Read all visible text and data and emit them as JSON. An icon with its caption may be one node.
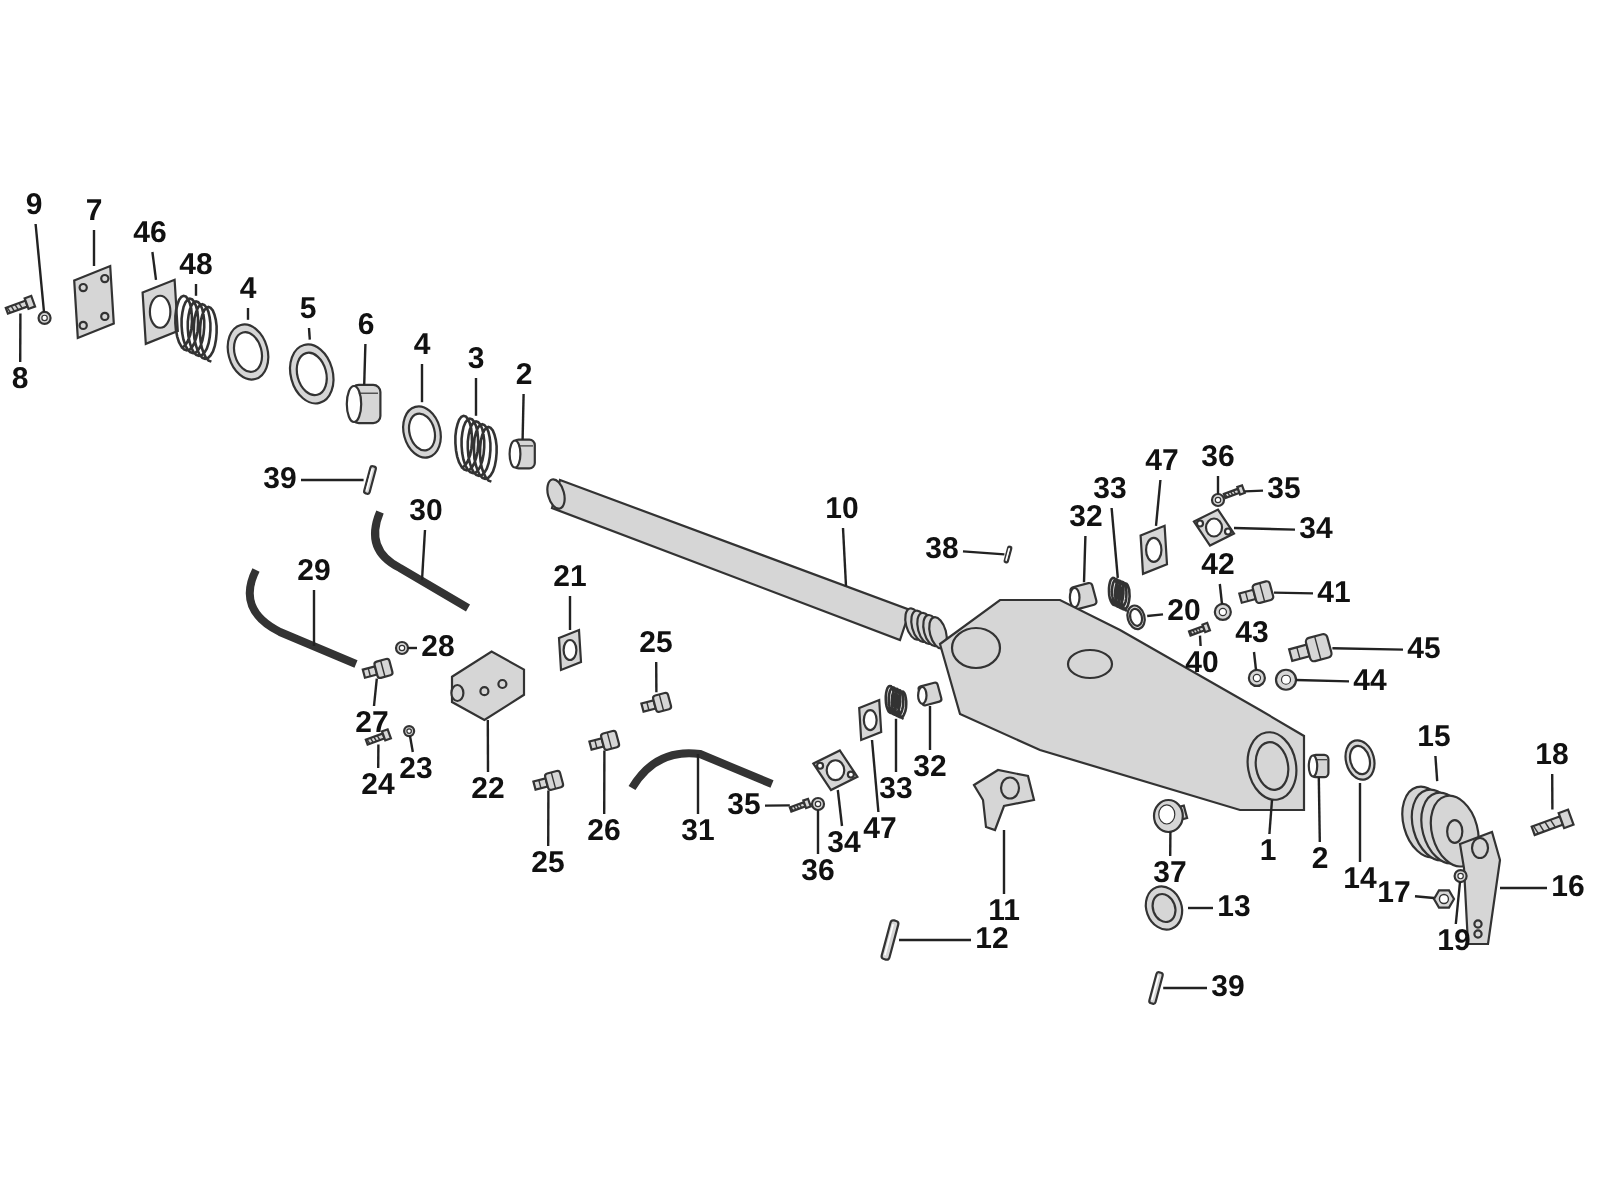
{
  "diagram": {
    "nodes": [
      {
        "text": [
          "9"
        ]
      },
      {
        "text": [
          "7"
        ]
      },
      {
        "text": [
          "46"
        ]
      },
      {
        "text": [
          "48"
        ]
      },
      {
        "text": [
          "4"
        ]
      },
      {
        "text": [
          "5"
        ]
      },
      {
        "text": [
          "6"
        ]
      },
      {
        "text": [
          "4"
        ]
      },
      {
        "text": [
          "3"
        ]
      },
      {
        "text": [
          "2"
        ]
      },
      {
        "text": [
          "8"
        ]
      },
      {
        "text": [
          "39"
        ]
      },
      {
        "text": [
          "30"
        ]
      },
      {
        "text": [
          "10"
        ]
      },
      {
        "text": [
          "47"
        ]
      },
      {
        "text": [
          "36"
        ]
      },
      {
        "text": [
          "35"
        ]
      },
      {
        "text": [
          "33"
        ]
      },
      {
        "text": [
          "34"
        ]
      },
      {
        "text": [
          "29"
        ]
      },
      {
        "text": [
          "38"
        ]
      },
      {
        "text": [
          "32"
        ]
      },
      {
        "text": [
          "20"
        ]
      },
      {
        "text": [
          "41"
        ]
      },
      {
        "text": [
          "21"
        ]
      },
      {
        "text": [
          "42"
        ]
      },
      {
        "text": [
          "28"
        ]
      },
      {
        "text": [
          "25"
        ]
      },
      {
        "text": [
          "40"
        ]
      },
      {
        "text": [
          "43"
        ]
      },
      {
        "text": [
          "45"
        ]
      },
      {
        "text": [
          "44"
        ]
      },
      {
        "text": [
          "27"
        ]
      },
      {
        "text": [
          "23"
        ]
      },
      {
        "text": [
          "22"
        ]
      },
      {
        "text": [
          "24"
        ]
      },
      {
        "text": [
          "15"
        ]
      },
      {
        "text": [
          "18"
        ]
      },
      {
        "text": [
          "1"
        ]
      },
      {
        "text": [
          "32"
        ]
      },
      {
        "text": [
          "33"
        ]
      },
      {
        "text": [
          "35"
        ]
      },
      {
        "text": [
          "26"
        ]
      },
      {
        "text": [
          "31"
        ]
      },
      {
        "text": [
          "47"
        ]
      },
      {
        "text": [
          "34"
        ]
      },
      {
        "text": [
          "36"
        ]
      },
      {
        "text": [
          "25"
        ]
      },
      {
        "text": [
          "2"
        ]
      },
      {
        "text": [
          "14"
        ]
      },
      {
        "text": [
          "17"
        ]
      },
      {
        "text": [
          "37"
        ]
      },
      {
        "text": [
          "16"
        ]
      },
      {
        "text": [
          "19"
        ]
      },
      {
        "text": [
          "11"
        ]
      },
      {
        "text": [
          "13"
        ]
      },
      {
        "text": [
          "12"
        ]
      },
      {
        "text": [
          "39"
        ]
      },
      {
        "text": [],
        "shape": "picture"
      },
      {
        "text": [],
        "shape": "picture"
      },
      {
        "text": [],
        "shape": "picture"
      },
      {
        "text": [],
        "shape": "picture"
      },
      {
        "text": [],
        "shape": "picture"
      },
      {
        "text": [],
        "shape": "picture"
      },
      {
        "text": [],
        "shape": "picture"
      },
      {
        "text": [],
        "shape": "picture"
      },
      {
        "text": [],
        "shape": "picture"
      },
      {
        "text": [],
        "shape": "picture"
      },
      {
        "text": [],
        "shape": "picture"
      },
      {
        "text": [],
        "shape": "picture"
      },
      {
        "text": [],
        "shape": "picture"
      },
      {
        "text": [],
        "shape": "picture"
      },
      {
        "text": [],
        "shape": "picture"
      },
      {
        "text": [],
        "shape": "picture"
      },
      {
        "text": [],
        "shape": "picture"
      },
      {
        "text": [],
        "shape": "picture"
      },
      {
        "text": [],
        "shape": "picture"
      },
      {
        "text": [],
        "shape": "picture"
      },
      {
        "text": [],
        "shape": "picture"
      },
      {
        "text": [],
        "shape": "picture"
      },
      {
        "text": [],
        "shape": "picture"
      },
      {
        "text": [],
        "shape": "picture"
      },
      {
        "text": [],
        "shape": "picture"
      },
      {
        "text": [],
        "shape": "picture"
      },
      {
        "text": [],
        "shape": "picture"
      },
      {
        "text": [],
        "shape": "picture"
      },
      {
        "text": [],
        "shape": "picture"
      },
      {
        "text": [],
        "shape": "picture"
      },
      {
        "text": [],
        "shape": "picture"
      },
      {
        "text": [],
        "shape": "picture"
      },
      {
        "text": [],
        "shape": "picture"
      },
      {
        "text": [],
        "shape": "picture"
      },
      {
        "text": [],
        "shape": "picture"
      },
      {
        "text": [],
        "shape": "picture"
      },
      {
        "text": [],
        "shape": "picture"
      },
      {
        "text": [],
        "shape": "picture"
      },
      {
        "text": [],
        "shape": "picture"
      },
      {
        "text": [],
        "shape": "picture"
      },
      {
        "text": [],
        "shape": "picture"
      },
      {
        "text": [],
        "shape": "picture"
      },
      {
        "text": [],
        "shape": "picture"
      },
      {
        "text": [],
        "shape": "picture"
      },
      {
        "text": [],
        "shape": "picture"
      },
      {
        "text": [],
        "shape": "picture"
      },
      {
        "text": [],
        "shape": "picture"
      },
      {
        "text": [],
        "shape": "picture"
      },
      {
        "text": [],
        "shape": "picture"
      },
      {
        "text": [],
        "shape": "picture"
      },
      {
        "text": [],
        "shape": "picture"
      },
      {
        "text": [],
        "shape": "picture"
      },
      {
        "text": [],
        "shape": "picture"
      },
      {
        "text": [],
        "shape": "picture"
      },
      {
        "text": [],
        "shape": "picture"
      },
      {
        "text": [],
        "shape": "picture"
      },
      {
        "text": [],
        "shape": "picture"
      },
      {
        "text": [],
        "shape": "picture"
      }
    ],
    "edges": [
      {
        "from": 0,
        "to": 58,
        "arrow": "none"
      },
      {
        "from": 1,
        "to": 59,
        "arrow": "none"
      },
      {
        "from": 2,
        "to": 60,
        "arrow": "none"
      },
      {
        "from": 3,
        "to": 61,
        "arrow": "none"
      },
      {
        "from": 4,
        "to": 62,
        "arrow": "none"
      },
      {
        "from": 5,
        "to": 63,
        "arrow": "none"
      },
      {
        "from": 6,
        "to": 64,
        "arrow": "none"
      },
      {
        "from": 7,
        "to": 65,
        "arrow": "none"
      },
      {
        "from": 8,
        "to": 66,
        "arrow": "none"
      },
      {
        "from": 9,
        "to": 67,
        "arrow": "none"
      },
      {
        "from": 10,
        "to": 68,
        "arrow": "none"
      },
      {
        "from": 11,
        "to": 69,
        "arrow": "none"
      },
      {
        "from": 12,
        "to": 70,
        "arrow": "none"
      },
      {
        "from": 13,
        "to": 71,
        "arrow": "none"
      },
      {
        "from": 14,
        "to": 72,
        "arrow": "none"
      },
      {
        "from": 15,
        "to": 73,
        "arrow": "none"
      },
      {
        "from": 16,
        "to": 74,
        "arrow": "none"
      },
      {
        "from": 17,
        "to": 75,
        "arrow": "none"
      },
      {
        "from": 18,
        "to": 76,
        "arrow": "none"
      },
      {
        "from": 19,
        "to": 77,
        "arrow": "none"
      },
      {
        "from": 20,
        "to": 78,
        "arrow": "none"
      },
      {
        "from": 21,
        "to": 79,
        "arrow": "none"
      },
      {
        "from": 22,
        "to": 80,
        "arrow": "none"
      },
      {
        "from": 23,
        "to": 81,
        "arrow": "none"
      },
      {
        "from": 24,
        "to": 82,
        "arrow": "none"
      },
      {
        "from": 25,
        "to": 83,
        "arrow": "none"
      },
      {
        "from": 26,
        "to": 84,
        "arrow": "none"
      },
      {
        "from": 27,
        "to": 85,
        "arrow": "none"
      },
      {
        "from": 28,
        "to": 86,
        "arrow": "none"
      },
      {
        "from": 29,
        "to": 87,
        "arrow": "none"
      },
      {
        "from": 30,
        "to": 88,
        "arrow": "none"
      },
      {
        "from": 31,
        "to": 89,
        "arrow": "none"
      },
      {
        "from": 32,
        "to": 90,
        "arrow": "none"
      },
      {
        "from": 33,
        "to": 91,
        "arrow": "none"
      },
      {
        "from": 34,
        "to": 92,
        "arrow": "none"
      },
      {
        "from": 35,
        "to": 93,
        "arrow": "none"
      },
      {
        "from": 36,
        "to": 94,
        "arrow": "none"
      },
      {
        "from": 37,
        "to": 95,
        "arrow": "none"
      },
      {
        "from": 38,
        "to": 96,
        "arrow": "none"
      },
      {
        "from": 39,
        "to": 97,
        "arrow": "none"
      },
      {
        "from": 40,
        "to": 98,
        "arrow": "none"
      },
      {
        "from": 41,
        "to": 99,
        "arrow": "none"
      },
      {
        "from": 42,
        "to": 100,
        "arrow": "none"
      },
      {
        "from": 43,
        "to": 101,
        "arrow": "none"
      },
      {
        "from": 44,
        "to": 102,
        "arrow": "none"
      },
      {
        "from": 45,
        "to": 103,
        "arrow": "none"
      },
      {
        "from": 46,
        "to": 104,
        "arrow": "none"
      },
      {
        "from": 47,
        "to": 105,
        "arrow": "none"
      },
      {
        "from": 48,
        "to": 106,
        "arrow": "none"
      },
      {
        "from": 49,
        "to": 107,
        "arrow": "none"
      },
      {
        "from": 50,
        "to": 108,
        "arrow": "none"
      },
      {
        "from": 51,
        "to": 109,
        "arrow": "none"
      },
      {
        "from": 52,
        "to": 110,
        "arrow": "none"
      },
      {
        "from": 53,
        "to": 111,
        "arrow": "none"
      },
      {
        "from": 54,
        "to": 112,
        "arrow": "none"
      },
      {
        "from": 55,
        "to": 113,
        "arrow": "none"
      },
      {
        "from": 56,
        "to": 114,
        "arrow": "none"
      },
      {
        "from": 57,
        "to": 115,
        "arrow": "none"
      }
    ]
  }
}
